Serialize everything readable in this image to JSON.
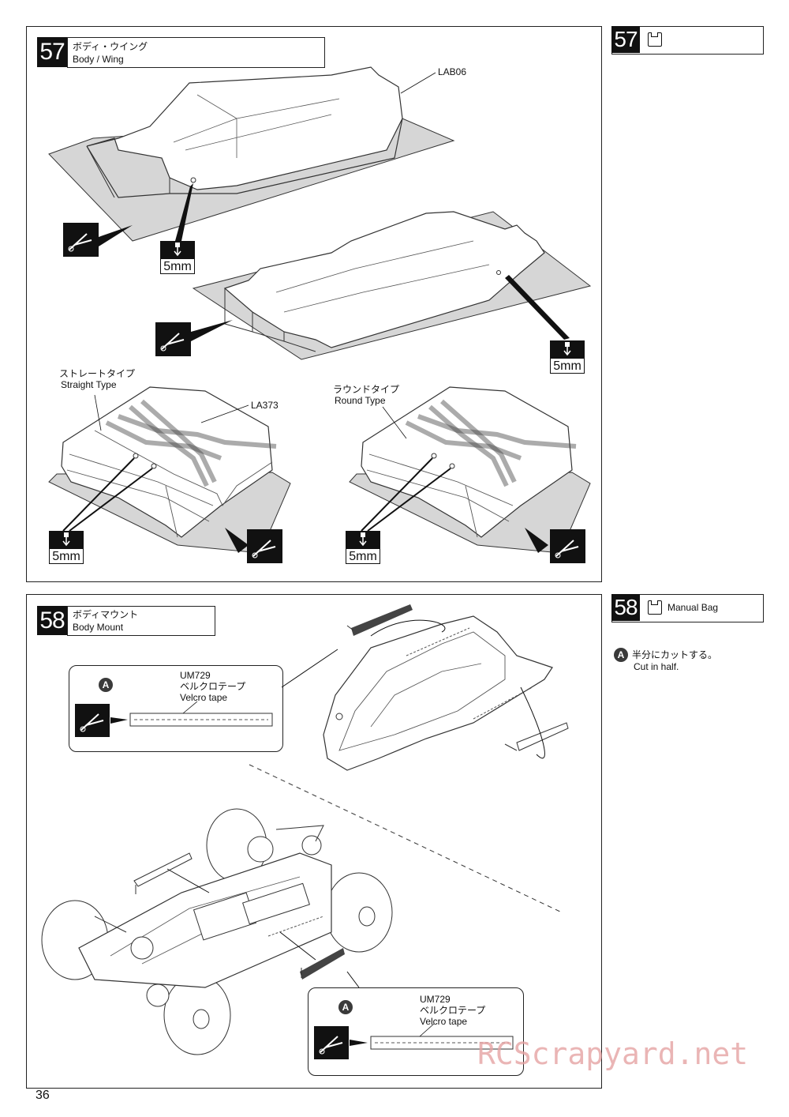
{
  "step57": {
    "number": "57",
    "title_jp": "ボディ・ウイング",
    "title_en": "Body / Wing",
    "part_body": "LAB06",
    "mm_label": "5mm",
    "straight_jp": "ストレートタイプ",
    "straight_en": "Straight Type",
    "round_jp": "ラウンドタイプ",
    "round_en": "Round Type",
    "part_wing": "LA373",
    "side_number": "57",
    "side_label": ""
  },
  "step58": {
    "number": "58",
    "title_jp": "ボディマウント",
    "title_en": "Body Mount",
    "side_number": "58",
    "side_label": "Manual Bag",
    "note_badge": "A",
    "note_jp": "半分にカットする。",
    "note_en": "Cut in half.",
    "callout_badge": "A",
    "callout_part": "UM729",
    "callout_jp": "ベルクロテープ",
    "callout_en": "Velcro tape"
  },
  "page_number": "36",
  "watermark": "RCScrapyard.net"
}
